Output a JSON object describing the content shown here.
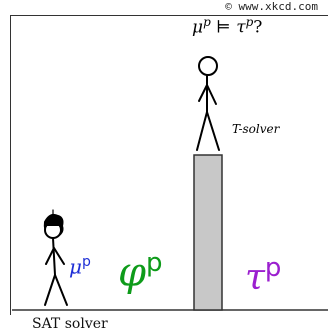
{
  "comic": {
    "copyright": "© www.xkcd.com",
    "sat_solver_caption": "SAT solver",
    "question_mu": "μ",
    "question_mu_sup": "p",
    "question_models": "⊨",
    "question_tau": "τ",
    "question_tau_sup": "p",
    "question_mark": "?",
    "t_solver_caption": "T-solver",
    "mu_label": "μ",
    "mu_label_sup": "p",
    "phi_label": "φ",
    "phi_label_sup": "p",
    "tau_label": "τ",
    "tau_label_sup": "p"
  },
  "colors": {
    "mu": "#1e2fd6",
    "phi": "#0e9b1a",
    "tau": "#9b1fcf",
    "pillar": "#c8c8c8",
    "line": "#333333"
  }
}
